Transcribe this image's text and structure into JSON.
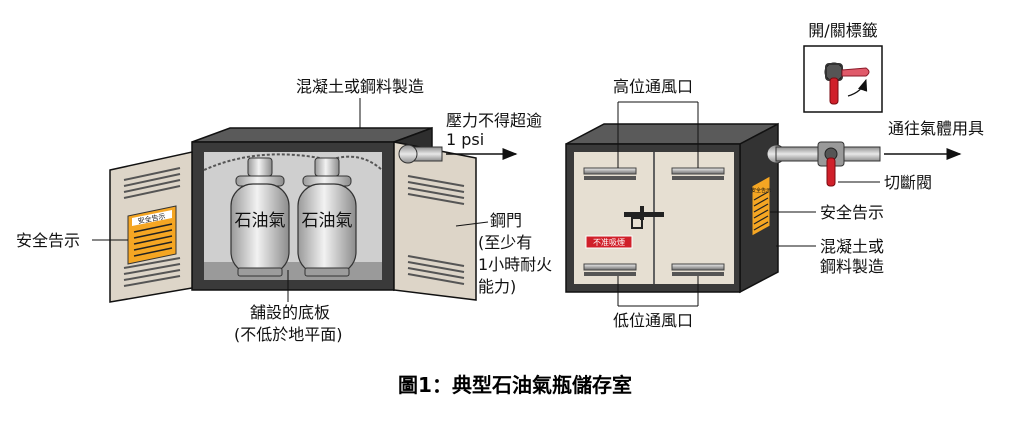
{
  "caption": "圖1：典型石油氣瓶儲存室",
  "left_cabinet": {
    "top_label": "混凝土或鋼料製造",
    "pressure_label": [
      "壓力不得超逾",
      "1 psi"
    ],
    "tank_labels": [
      "石油氣",
      "石油氣"
    ],
    "safety_label": "安全告示",
    "safety_plate_text": "安全告示",
    "door_label": [
      "鋼門",
      "(至少有",
      "1小時耐火",
      "能力)"
    ],
    "floor_label": [
      "舖設的底板",
      "(不低於地平面)"
    ]
  },
  "right_cabinet": {
    "high_vent_label": "高位通風口",
    "low_vent_label": "低位通風口",
    "no_smoking_sign": "不准吸煙",
    "tag_label": "開/關標籤",
    "outlet_label": "通往氣體用具",
    "valve_label": "切斷閥",
    "safety_label": "安全告示",
    "safety_plate_text": "安全告示",
    "material_label": [
      "混凝土或",
      "鋼料製造"
    ]
  },
  "colors": {
    "cabinet_dark": "#3a3a3a",
    "door_beige": "#ddd5c8",
    "warning_orange": "#f5a623",
    "valve_red": "#d0202a"
  }
}
